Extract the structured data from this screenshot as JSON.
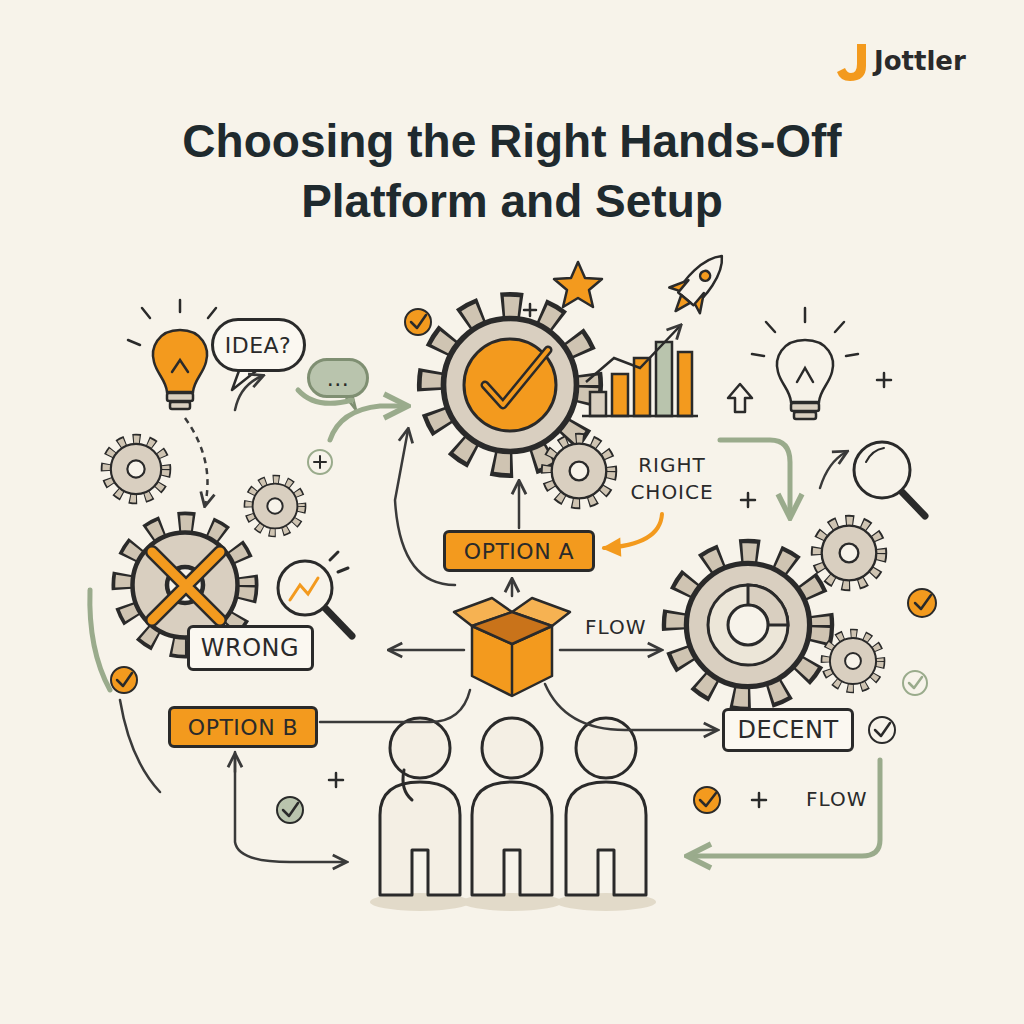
{
  "diagram": {
    "title": "Choosing the Right Hands-Off Platform and Setup",
    "nodes": [
      {
        "text": [
          "IDEA?"
        ]
      },
      {
        "text": [
          "..."
        ]
      },
      {
        "text": [
          "OPTION A"
        ]
      },
      {
        "text": [
          "WRONG"
        ]
      },
      {
        "text": [
          "OPTION B"
        ]
      },
      {
        "text": [
          "DECENT"
        ]
      }
    ],
    "labels": [
      "Jottler",
      "RIGHT CHOICE",
      "FLOW",
      "FLOW"
    ]
  }
}
